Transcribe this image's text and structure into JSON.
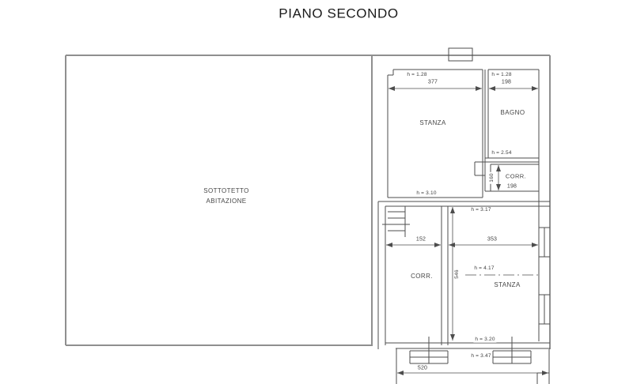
{
  "title": "PIANO SECONDO",
  "rooms": {
    "sottotetto": {
      "name1": "SOTTOTETTO",
      "name2": "ABITAZIONE"
    },
    "stanza_top": {
      "name": "STANZA",
      "width": "377",
      "h_top": "h = 1.28",
      "h_bottom": "h = 3.10"
    },
    "bagno": {
      "name": "BAGNO",
      "width": "198",
      "h_top": "h = 1.28",
      "h_bottom": "h = 2.54"
    },
    "corr_top": {
      "name": "CORR.",
      "width": "198",
      "depth": "160"
    },
    "corr_low": {
      "name": "CORR.",
      "width": "152"
    },
    "stanza_low": {
      "name": "STANZA",
      "width": "353",
      "depth": "546",
      "h_top": "h = 3.17",
      "h_mid": "h = 4.17",
      "h_bottom": "h = 3.20"
    },
    "balcony": {
      "h": "h = 3.47",
      "width": "520"
    }
  }
}
